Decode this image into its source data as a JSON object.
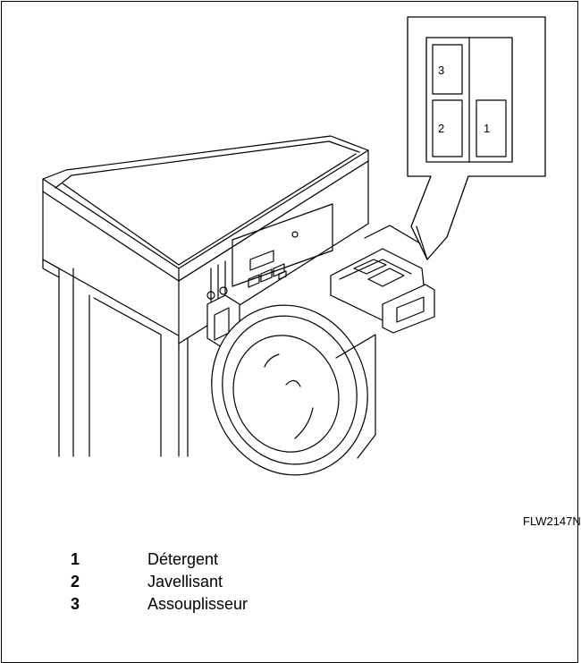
{
  "figure": {
    "id": "FLW2147N"
  },
  "callout": {
    "labels": [
      "3",
      "2",
      "1"
    ]
  },
  "legend": {
    "items": [
      {
        "number": "1",
        "label": "Détergent"
      },
      {
        "number": "2",
        "label": "Javellisant"
      },
      {
        "number": "3",
        "label": "Assouplisseur"
      }
    ]
  }
}
